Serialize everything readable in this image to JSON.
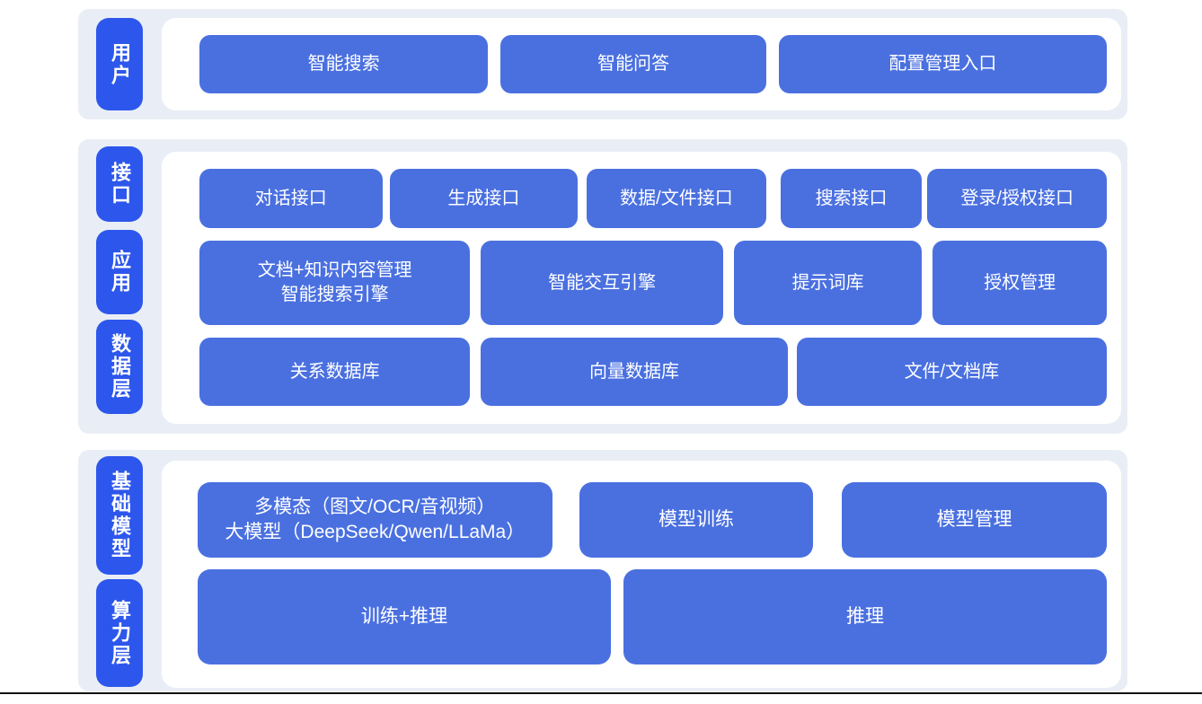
{
  "diagram": {
    "title": "AI platform layered architecture",
    "colors": {
      "band_bg": "#E9EEF6",
      "panel_bg": "#FFFFFF",
      "layer_label_bg": "#2D57EC",
      "node_bg": "#4A70E0",
      "node_text": "#FFFFFF",
      "bottom_line": "#111111"
    },
    "sections": [
      {
        "labels": [
          "用户"
        ],
        "rows": [
          [
            "智能搜索",
            "智能问答",
            "配置管理入口"
          ]
        ]
      },
      {
        "labels": [
          "接口",
          "应用",
          "数据层"
        ],
        "rows": [
          [
            "对话接口",
            "生成接口",
            "数据/文件接口",
            "搜索接口",
            "登录/授权接口"
          ],
          [
            "文档+知识内容管理\n智能搜索引擎",
            "智能交互引擎",
            "提示词库",
            "授权管理"
          ],
          [
            "关系数据库",
            "向量数据库",
            "文件/文档库"
          ]
        ]
      },
      {
        "labels": [
          "基础模型",
          "算力层"
        ],
        "rows": [
          [
            "多模态（图文/OCR/音视频）\n大模型（DeepSeek/Qwen/LLaMa）",
            "模型训练",
            "模型管理"
          ],
          [
            "训练+推理",
            "推理"
          ]
        ]
      }
    ]
  }
}
